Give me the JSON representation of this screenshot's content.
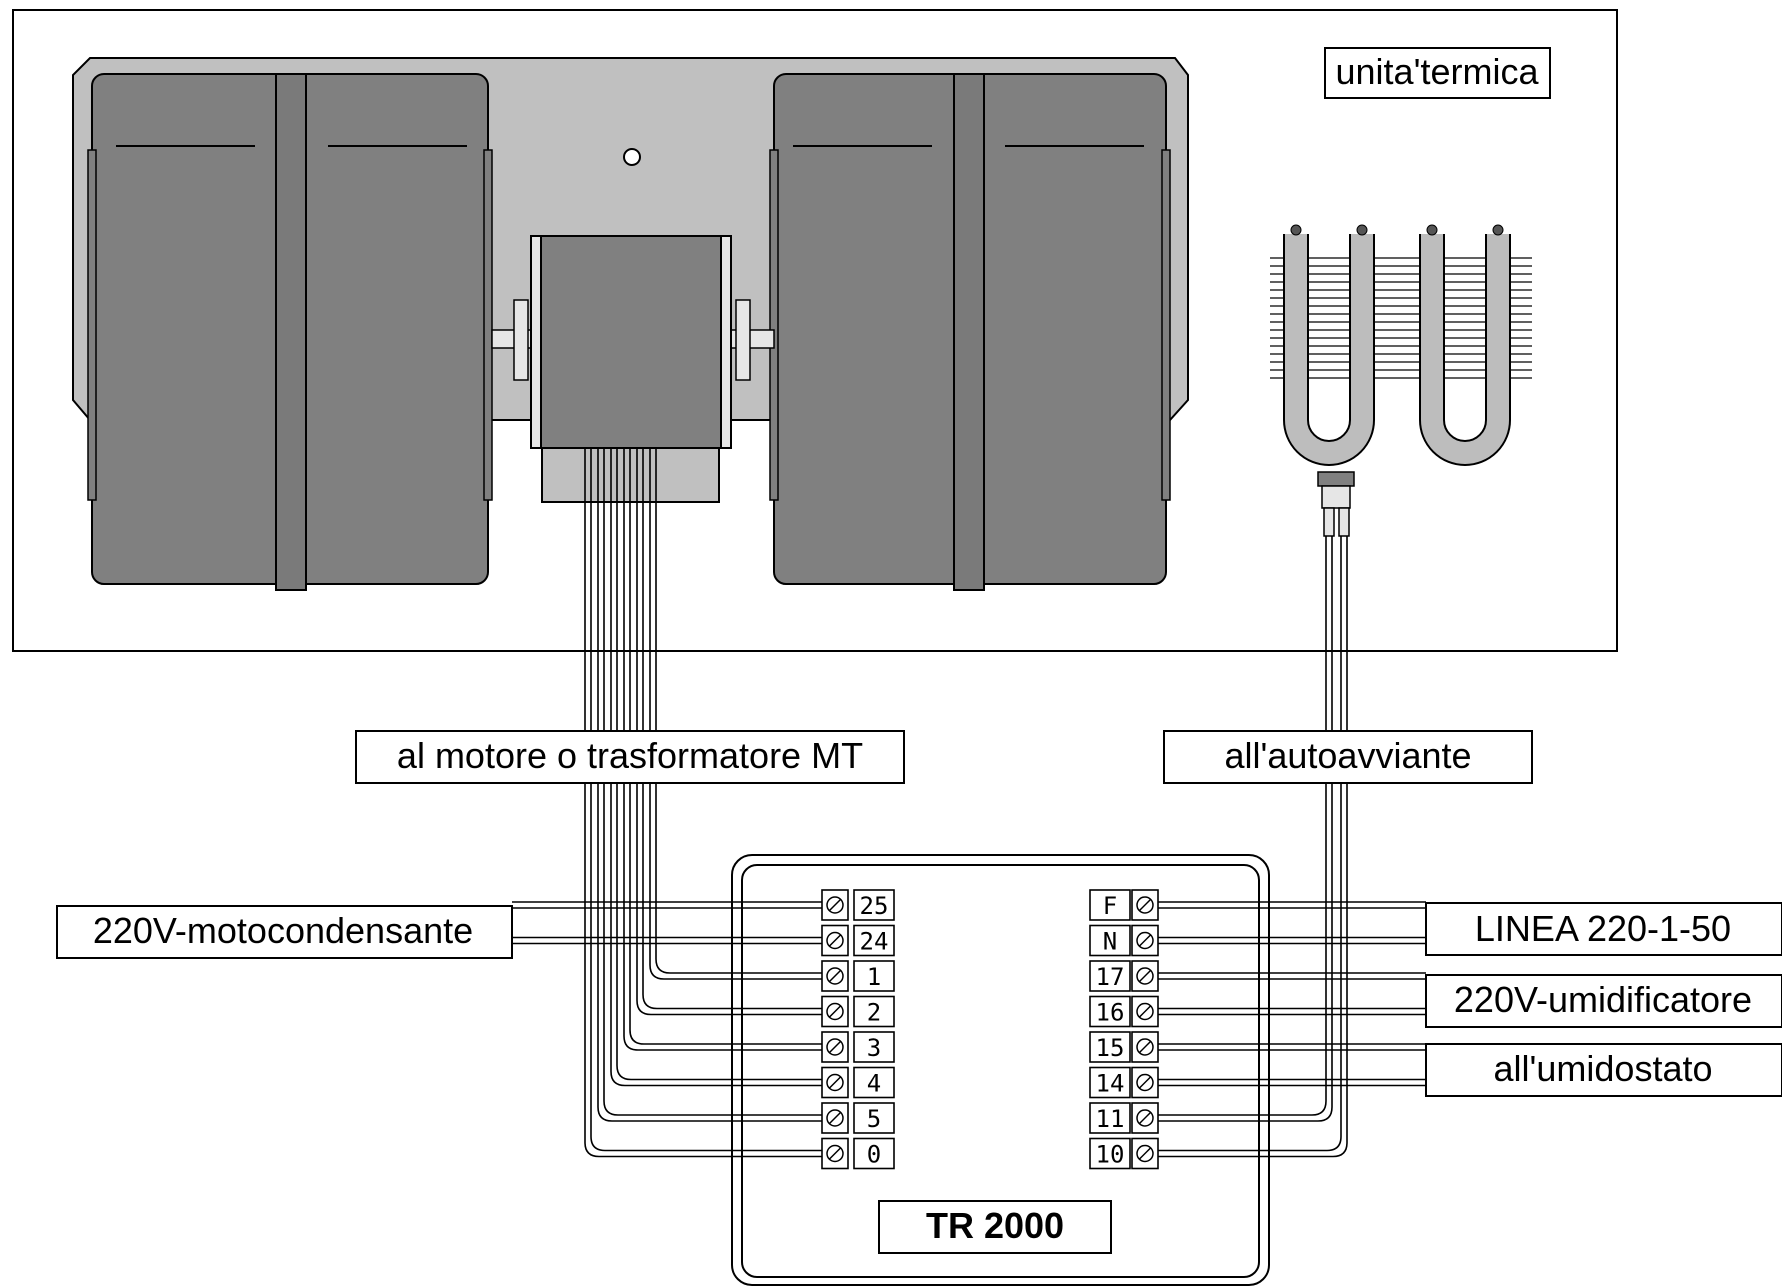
{
  "labels": {
    "thermal_unit": "unita'termica",
    "motor_transformer": "al motore o trasformatore MT",
    "autostarter": "all'autoavviante",
    "condensing_unit": "220V-motocondensante",
    "line": "LINEA 220-1-50",
    "humidifier": "220V-umidificatore",
    "humidistat": "all'umidostato",
    "controller": "TR 2000"
  },
  "terminals": {
    "left": [
      "25",
      "24",
      "1",
      "2",
      "3",
      "4",
      "5",
      "0"
    ],
    "right": [
      "F",
      "N",
      "17",
      "16",
      "15",
      "14",
      "11",
      "10"
    ]
  },
  "colors": {
    "blower_housing": "#808080",
    "chassis": "#c0c0c0",
    "motor": "#808080",
    "connector": "#c0c0c0",
    "heater_tube": "#bdbdbd",
    "outline": "#000000"
  },
  "icons": {
    "terminal_screw": "screw-terminal-icon"
  }
}
